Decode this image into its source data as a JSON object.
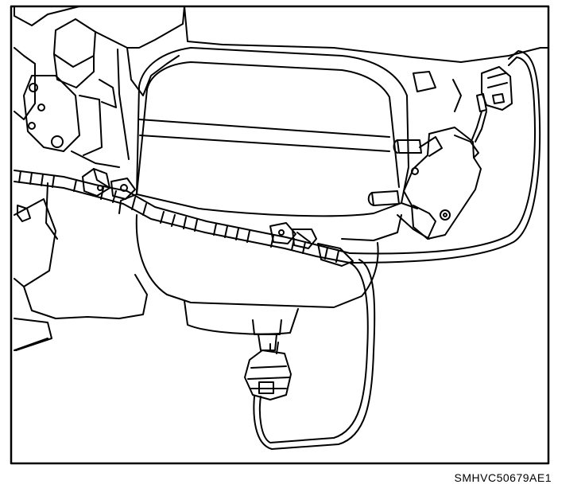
{
  "figure": {
    "code": "SMHVC50679AE1",
    "colors": {
      "line": "#000000",
      "background": "#ffffff"
    },
    "components": [
      "heater-case",
      "blower-housing",
      "blower-motor",
      "actuator-bracket",
      "actuator-connector",
      "wiring-harness",
      "harness-clips",
      "blower-motor-connector"
    ]
  }
}
